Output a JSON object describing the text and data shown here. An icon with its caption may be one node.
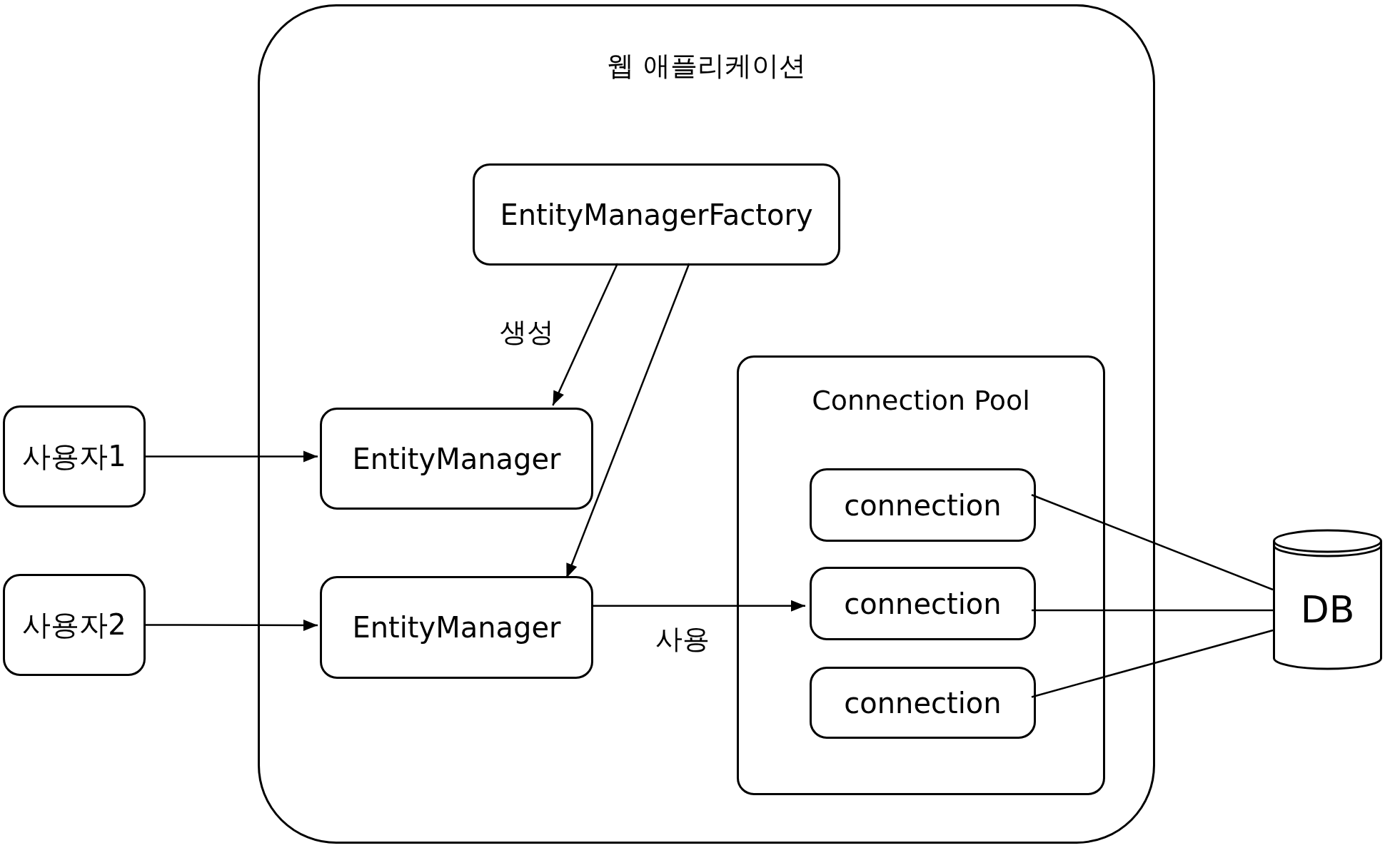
{
  "diagram": {
    "nodes": [
      {
        "text": [
          "웹 애플리케이션"
        ]
      },
      {
        "text": [
          "EntityManagerFactory"
        ],
        "in": 0
      },
      {
        "text": [
          "사용자1"
        ]
      },
      {
        "text": [
          "EntityManager"
        ],
        "in": 0
      },
      {
        "text": [
          "Connection Pool"
        ],
        "in": 0
      },
      {
        "text": [
          "connection"
        ],
        "in": 4
      },
      {
        "text": [
          "사용자2"
        ]
      },
      {
        "text": [
          "EntityManager"
        ],
        "in": 0
      },
      {
        "text": [
          "connection"
        ],
        "in": 4
      },
      {
        "text": [
          "connection"
        ],
        "in": 4
      },
      {
        "text": [
          "DB"
        ]
      }
    ],
    "edges": [
      {
        "from": 1,
        "to": 3,
        "arrow": "to",
        "label": "생성"
      },
      {
        "from": 1,
        "to": 7,
        "arrow": "to"
      },
      {
        "from": 2,
        "to": 3,
        "arrow": "to"
      },
      {
        "from": 6,
        "to": 7,
        "arrow": "to"
      },
      {
        "from": 7,
        "to": 8,
        "arrow": "to",
        "label": "사용"
      },
      {
        "from": 5,
        "to": 10,
        "arrow": "none"
      },
      {
        "from": 8,
        "to": 10,
        "arrow": "none"
      },
      {
        "from": 9,
        "to": 10,
        "arrow": "none"
      }
    ]
  }
}
